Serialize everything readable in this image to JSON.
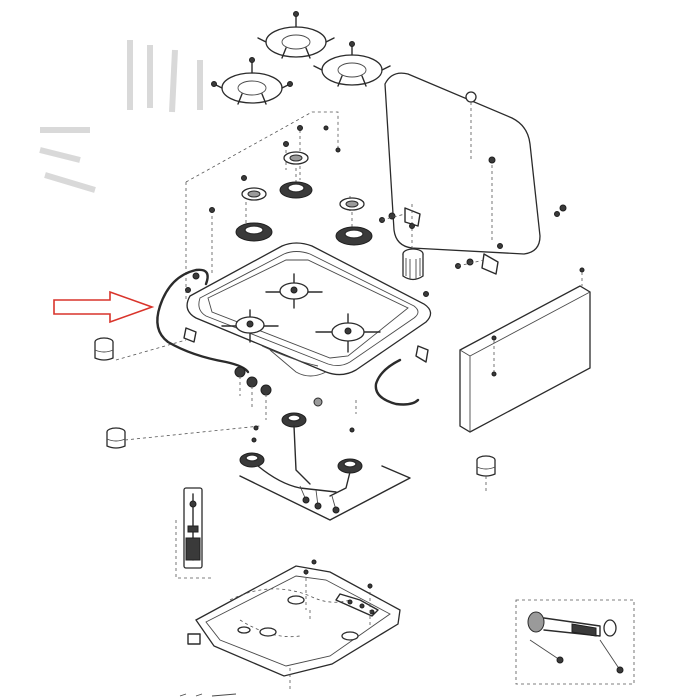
{
  "diagram": {
    "indicator_color": "#d9342b",
    "line_color": "#2b2b2b",
    "parts": [
      "pan-supports",
      "glass-lid",
      "burners",
      "hob-top-plate",
      "gasket-seal",
      "side-panel",
      "base-plate",
      "injector-detail"
    ]
  }
}
